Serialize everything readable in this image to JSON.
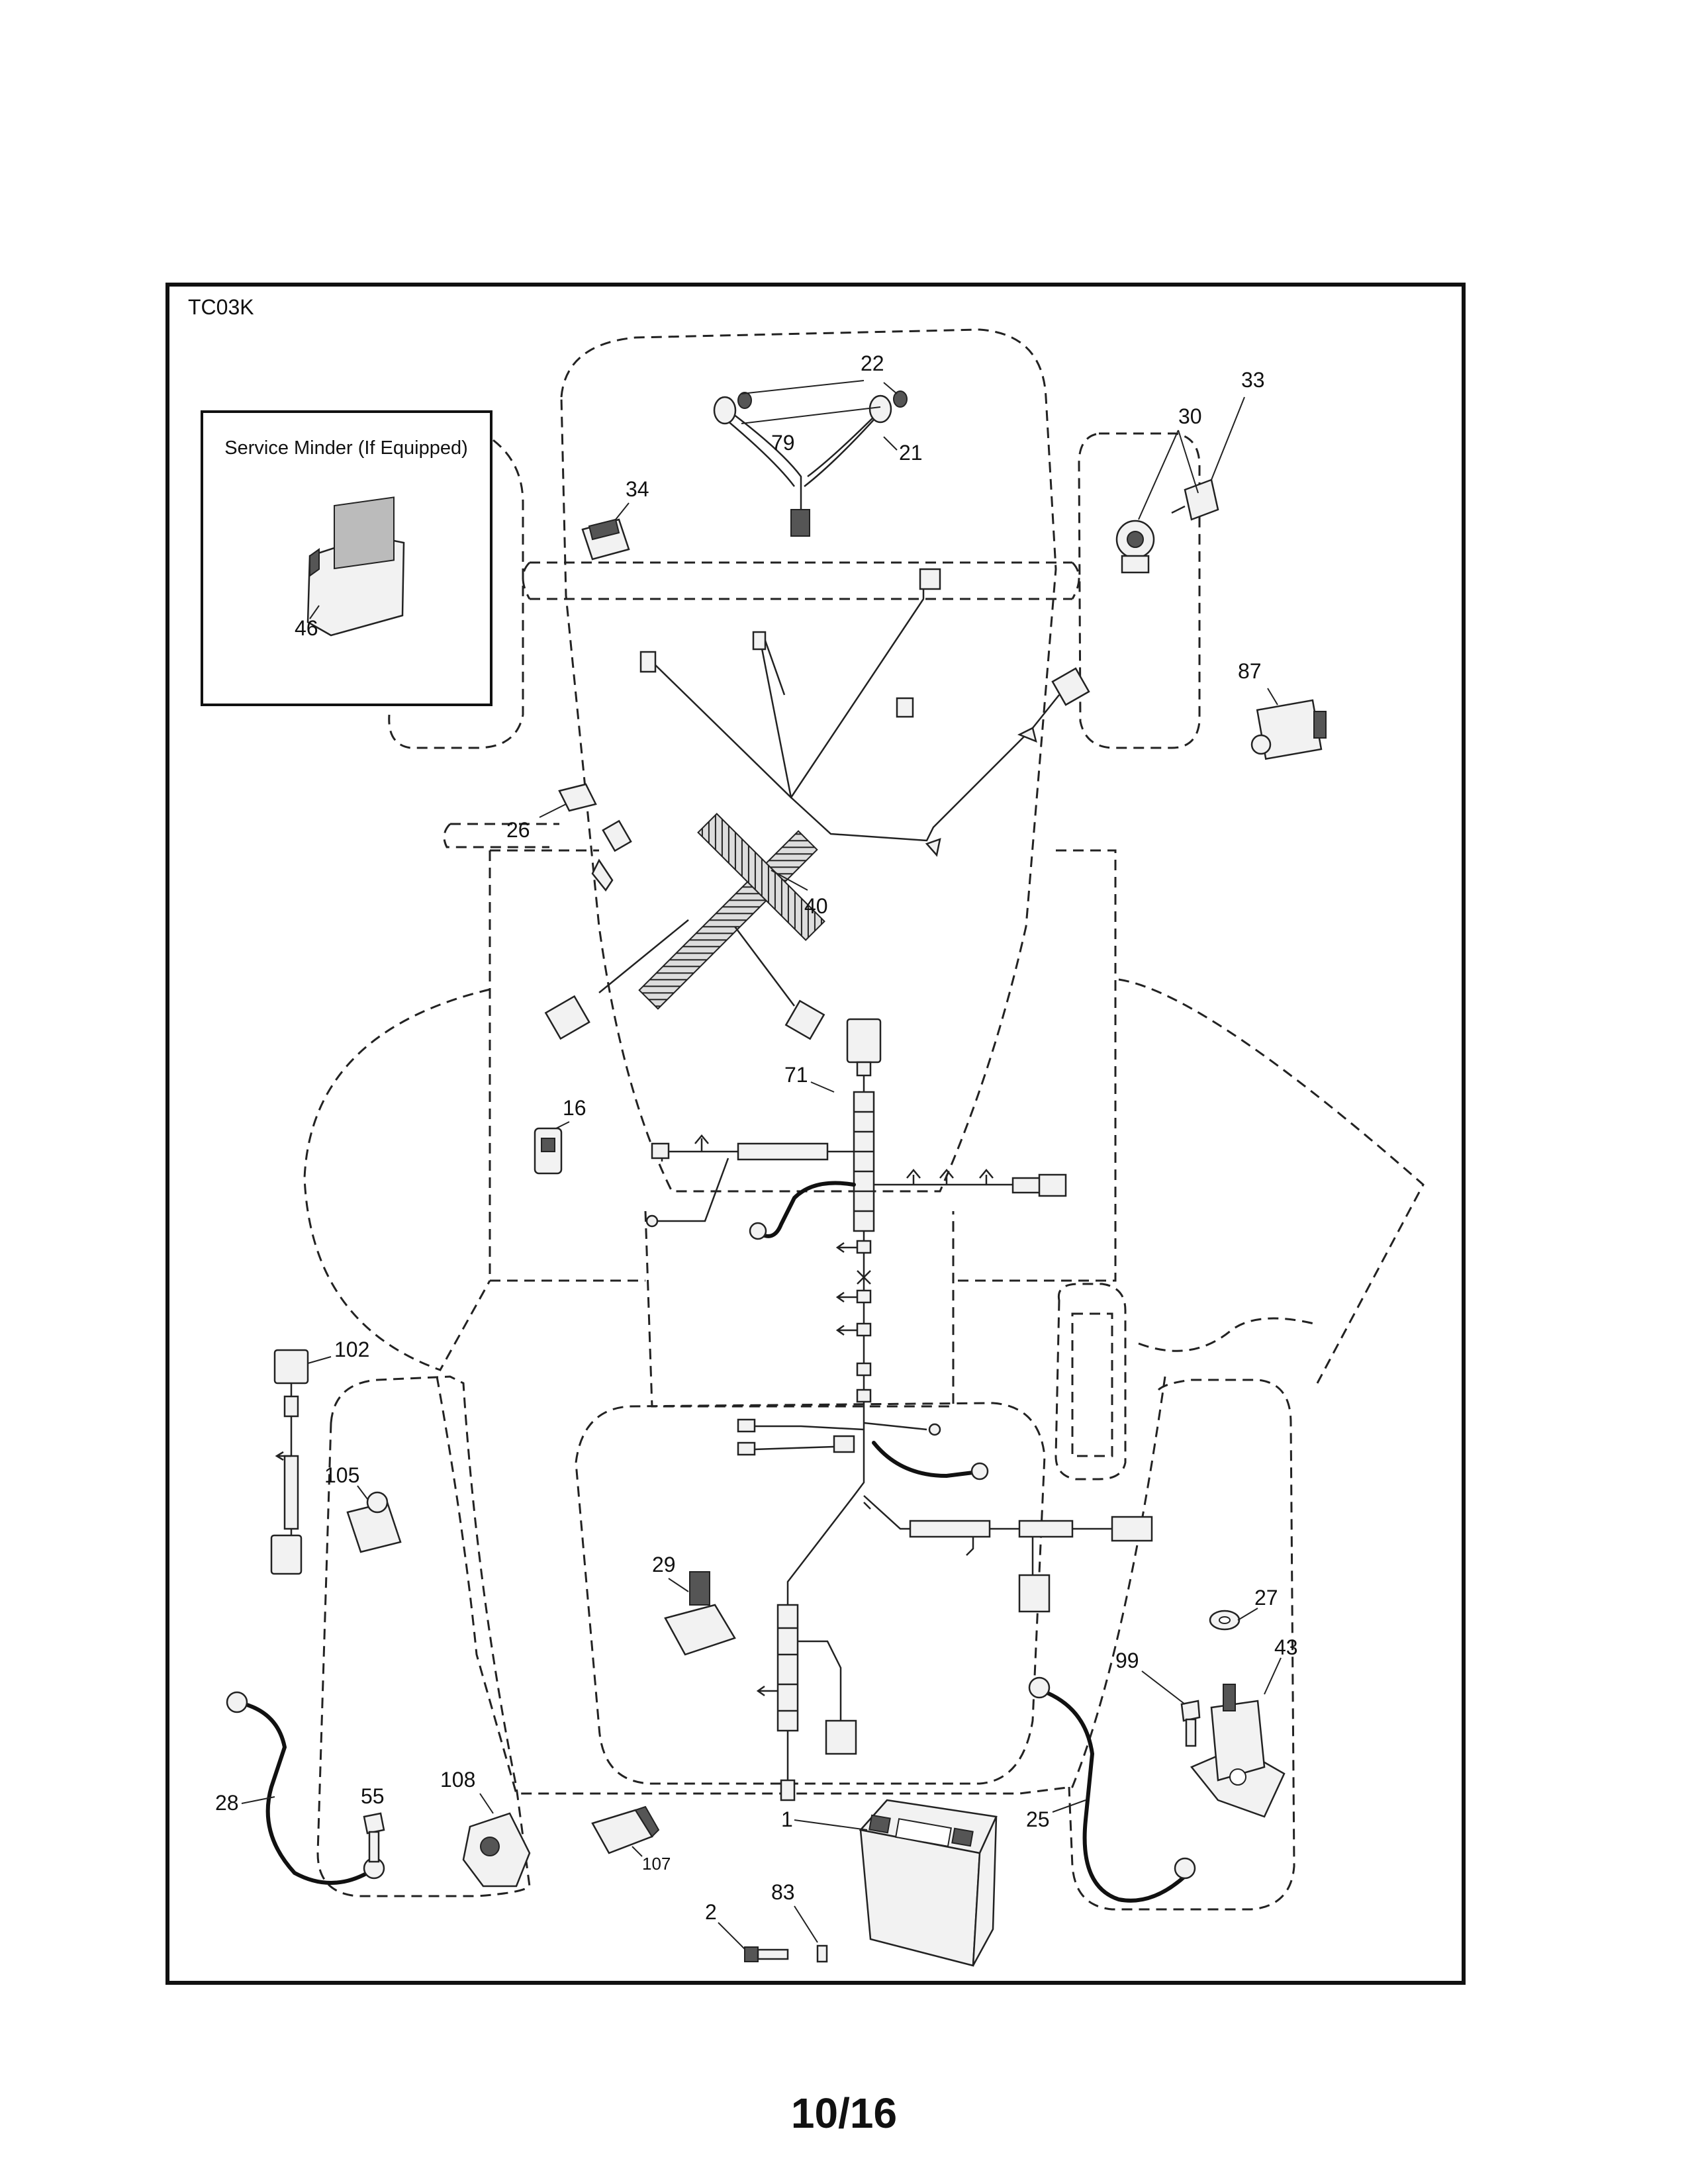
{
  "frame_label": "TC03K",
  "inset_title": "Service Minder (If Equipped)",
  "page_number": "10/16",
  "callouts": {
    "c1": "1",
    "c2": "2",
    "c16": "16",
    "c21": "21",
    "c22": "22",
    "c25": "25",
    "c26": "26",
    "c27": "27",
    "c28": "28",
    "c29": "29",
    "c30": "30",
    "c33": "33",
    "c34": "34",
    "c40": "40",
    "c43": "43",
    "c46": "46",
    "c55": "55",
    "c71": "71",
    "c79": "79",
    "c83": "83",
    "c87": "87",
    "c99": "99",
    "c102": "102",
    "c105": "105",
    "c107": "107",
    "c108": "108"
  }
}
